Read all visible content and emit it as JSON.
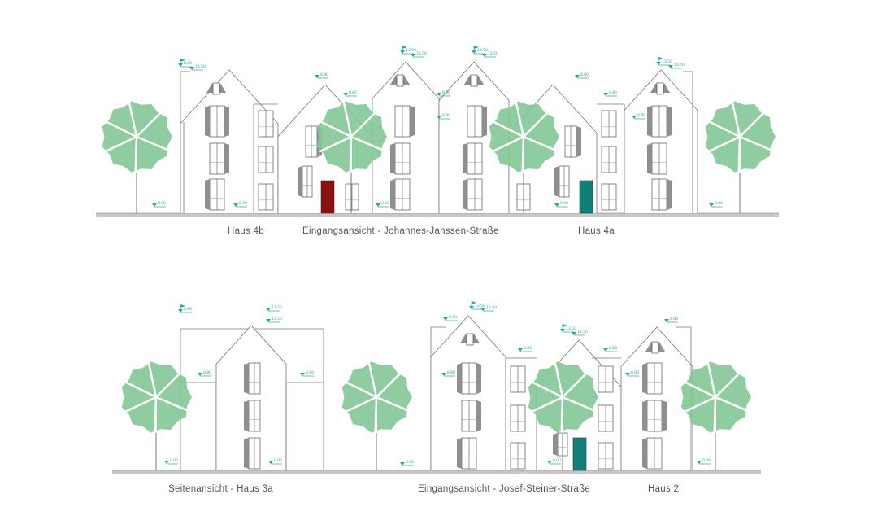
{
  "top_view": {
    "captions": {
      "haus_left": "Haus 4b",
      "title": "Eingangsansicht - Johannes-Janssen-Straße",
      "haus_right": "Haus 4a"
    },
    "door_colors": [
      "#8b1010",
      "#0f7f78"
    ]
  },
  "bottom_view": {
    "captions": {
      "left": "Seitenansicht - Haus 3a",
      "title": "Eingangsansicht - Josef-Steiner-Straße",
      "haus": "Haus 2"
    },
    "door_color": "#0f7f78"
  },
  "colors": {
    "tree": "#86c897",
    "ground": "#c8c8c8",
    "line": "#777777",
    "shutter": "#8f8f8f",
    "marker": "#2aa89a"
  },
  "level_labels": {
    "ground": "0.00",
    "eave": "8.80",
    "ridge": "13.50"
  }
}
